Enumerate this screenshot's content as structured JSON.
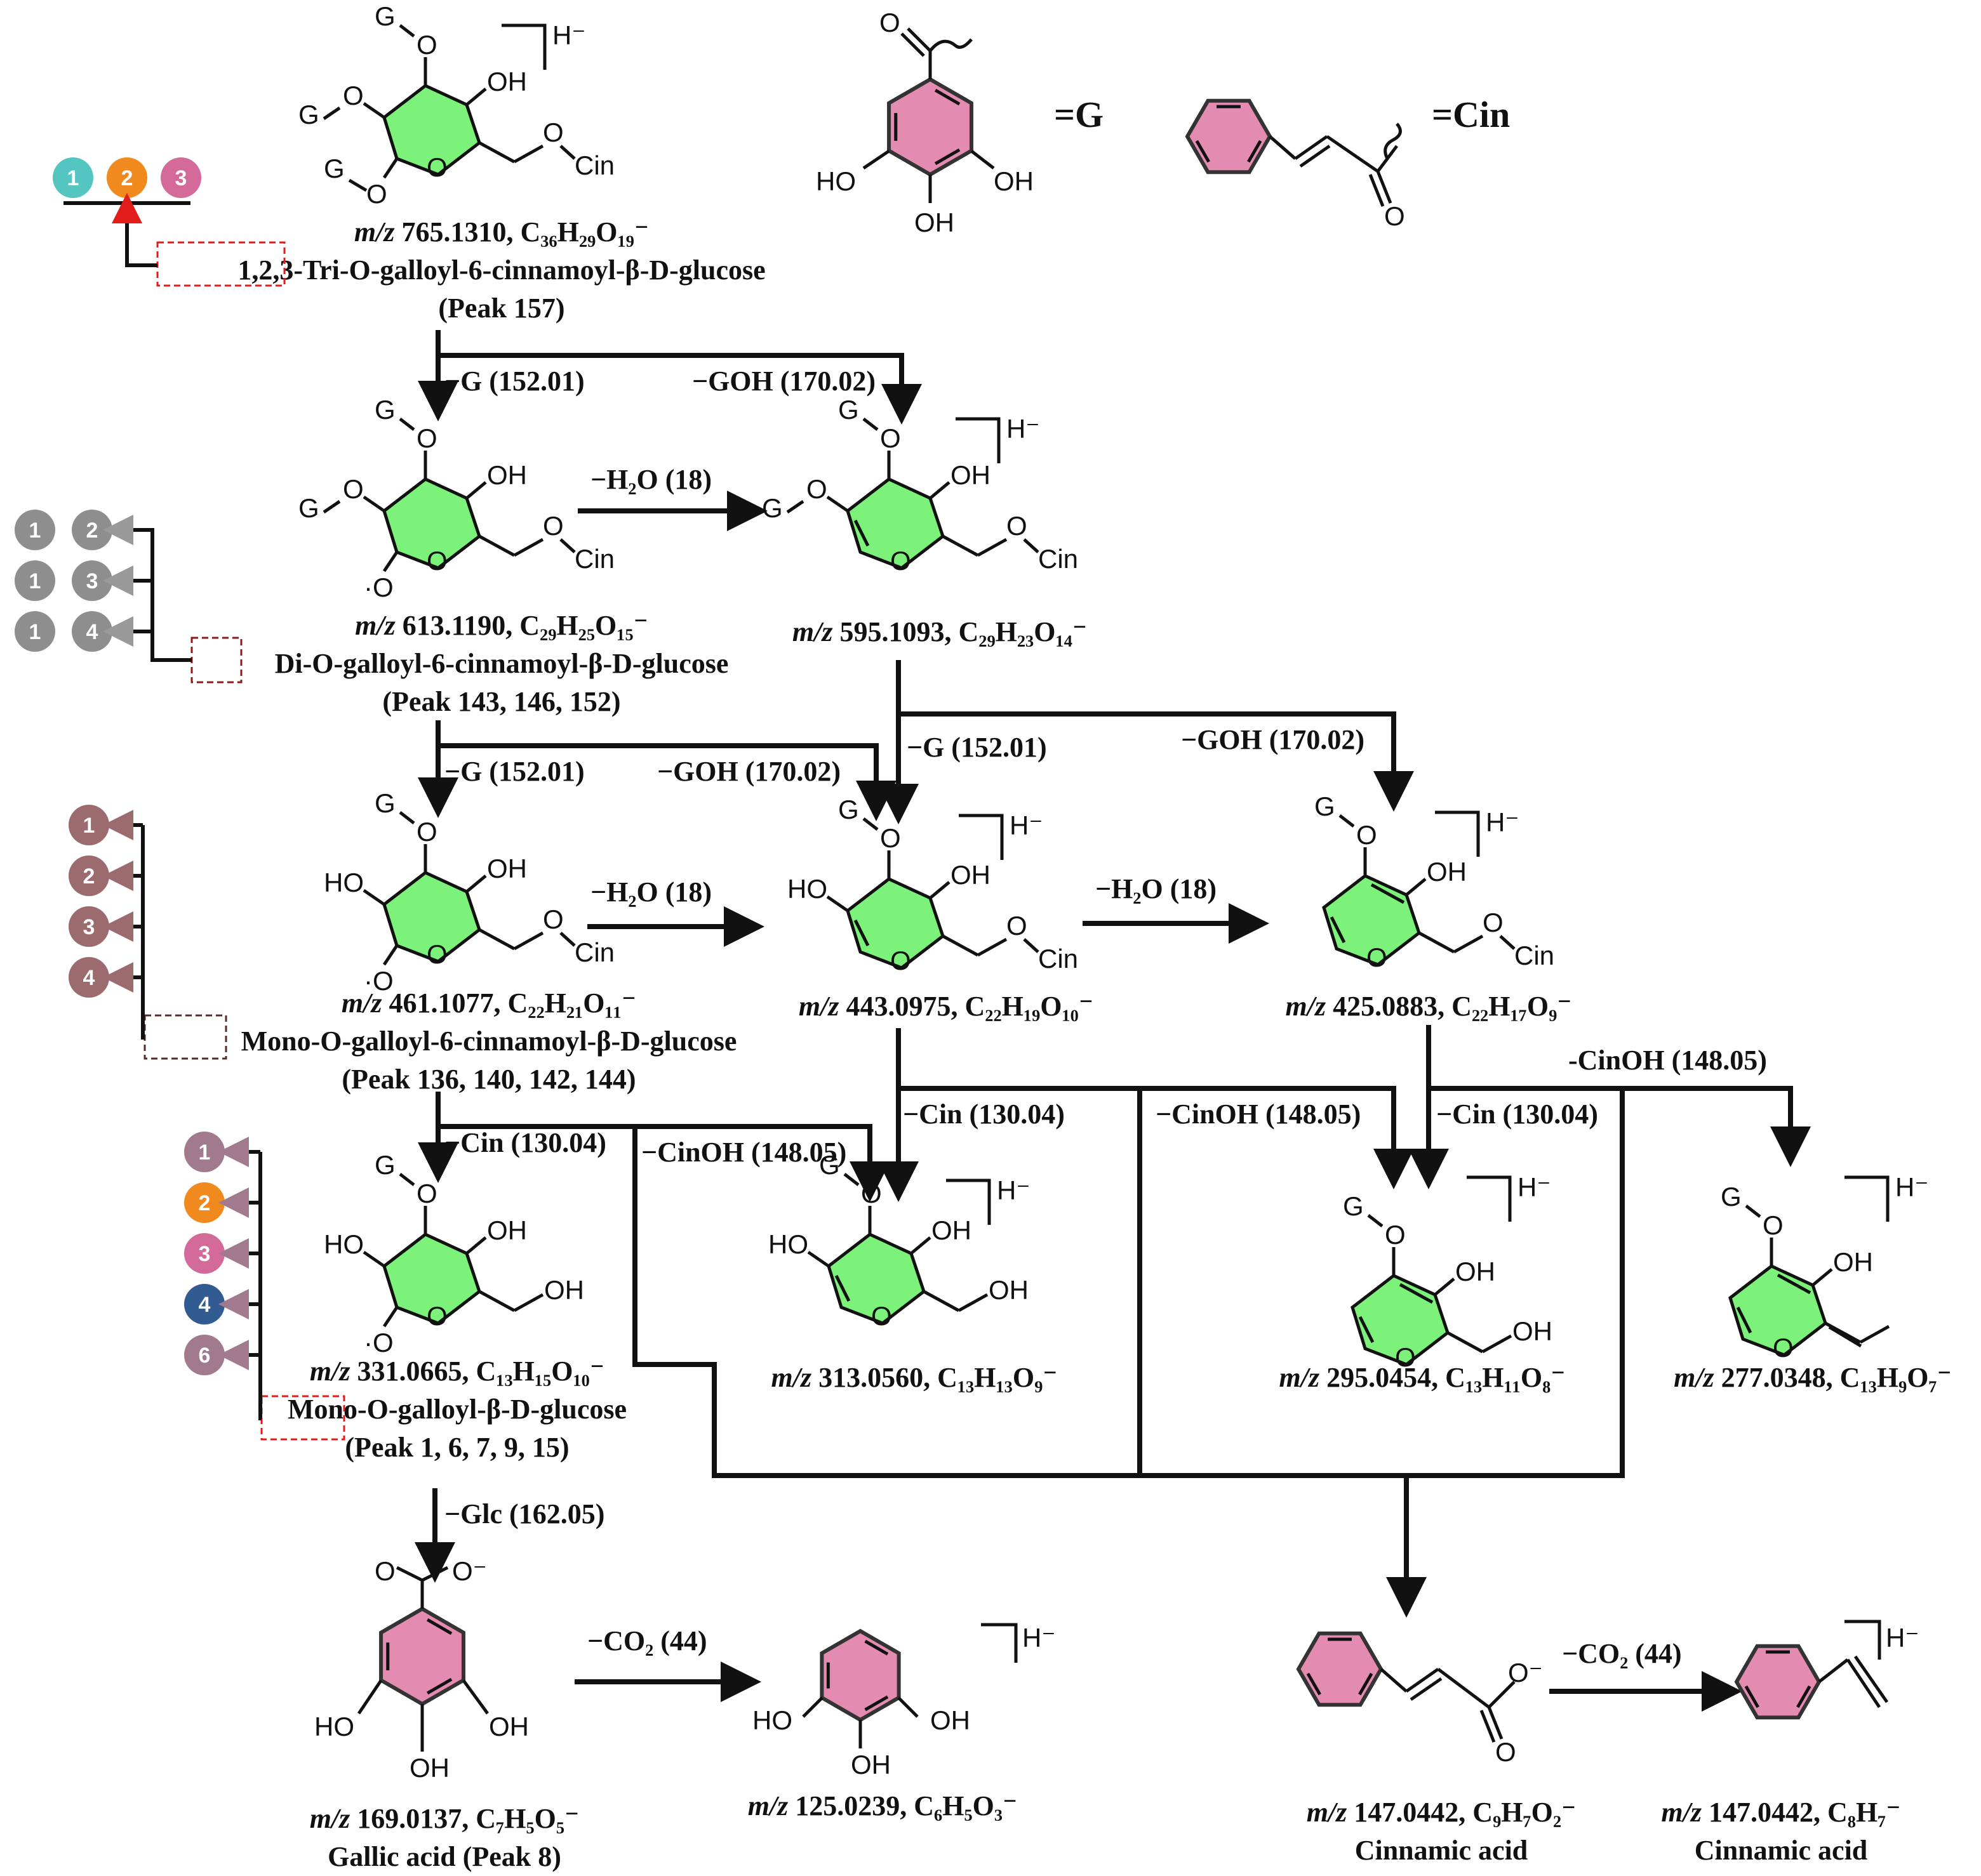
{
  "colors": {
    "ring_fill": "#7CF27A",
    "benzene_fill": "#E48BB1",
    "o_pink": "#D9528C",
    "o_orange": "#F0861C",
    "o_teal": "#3FB9B3",
    "o_olive": "#B8A56A",
    "o_lavender": "#9C8ED8",
    "oh_blue": "#2E5FA8",
    "ho_orange": "#F0861C",
    "red_box": "#E21B1B",
    "circle_teal": "#55C5C1",
    "circle_orange": "#F08A1E",
    "circle_pink": "#D46A9A",
    "circle_grey": "#8E8E8E",
    "circle_brown": "#9C6B6E",
    "circle_mauve": "#A27A8E",
    "circle_navy": "#325B92"
  },
  "legend": {
    "g_eq": "=G",
    "cin_eq": "=Cin",
    "g_struct": {
      "ho1": "HO",
      "oh1": "OH",
      "oh2": "OH",
      "o": "O"
    },
    "cin_struct": {
      "o": "O"
    }
  },
  "atoms": {
    "G": "G",
    "O": "O",
    "OH": "OH",
    "HO": "HO",
    "Cin": "Cin",
    "H_minus": "H⁻",
    "O_minus": "O⁻",
    "O_dot": "·O"
  },
  "compounds": {
    "c765": {
      "mz": "m/z",
      "value": "765.1310, C₃₆H₂₉O₁₉⁻",
      "name_pre": "1,2,3-Tri",
      "name_post": "-O-galloyl-6-cinnamoyl-β-D-glucose",
      "peaks": "(Peak 157)"
    },
    "c613": {
      "mz": "m/z",
      "value": "613.1190, C₂₉H₂₅O₁₅⁻",
      "name_pre": "Di",
      "name_post": "-O-galloyl-6-cinnamoyl-β-D-glucose",
      "peaks": "(Peak 143, 146, 152)"
    },
    "c595": {
      "mz": "m/z",
      "value": "595.1093, C₂₉H₂₃O₁₄⁻"
    },
    "c461": {
      "mz": "m/z",
      "value": "461.1077, C₂₂H₂₁O₁₁⁻",
      "name_pre": "Mono",
      "name_post": "-O-galloyl-6-cinnamoyl-β-D-glucose",
      "peaks": "(Peak 136, 140, 142, 144)"
    },
    "c443": {
      "mz": "m/z",
      "value": "443.0975, C₂₂H₁₉O₁₀⁻"
    },
    "c425": {
      "mz": "m/z",
      "value": "425.0883, C₂₂H₁₇O₉⁻"
    },
    "c331": {
      "mz": "m/z",
      "value": "331.0665, C₁₃H₁₅O₁₀⁻",
      "name_pre": "Mono",
      "name_post": "-O-galloyl-β-D-glucose",
      "peaks": "(Peak 1, 6, 7, 9, 15)"
    },
    "c313": {
      "mz": "m/z",
      "value": "313.0560, C₁₃H₁₃O₉⁻"
    },
    "c295": {
      "mz": "m/z",
      "value": "295.0454, C₁₃H₁₁O₈⁻"
    },
    "c277": {
      "mz": "m/z",
      "value": "277.0348, C₁₃H₉O₇⁻"
    },
    "c169": {
      "mz": "m/z",
      "value": "169.0137, C₇H₅O₅⁻",
      "name": "Gallic acid (Peak 8)"
    },
    "c125": {
      "mz": "m/z",
      "value": "125.0239, C₆H₅O₃⁻"
    },
    "c147a": {
      "mz": "m/z",
      "value": "147.0442, C₉H₇O₂⁻",
      "name": "Cinnamic acid"
    },
    "c147b": {
      "mz": "m/z",
      "value": "147.0442, C₈H₇⁻",
      "name": "Cinnamic acid"
    }
  },
  "losses": {
    "g": "−G (152.01)",
    "goh": "−GOH (170.02)",
    "h2o": "−H₂O (18)",
    "cin": "−Cin (130.04)",
    "cinoh": "−CinOH (148.05)",
    "cinoh_plain": "-CinOH (148.05)",
    "glc": "−Glc (162.05)",
    "co2": "−CO₂ (44)"
  },
  "position_circles": {
    "tri": [
      "1",
      "2",
      "3"
    ],
    "di": [
      [
        "1",
        "2"
      ],
      [
        "1",
        "3"
      ],
      [
        "1",
        "4"
      ]
    ],
    "mono_cin": [
      "1",
      "2",
      "3",
      "4"
    ],
    "mono": [
      "1",
      "2",
      "3",
      "4",
      "6"
    ]
  }
}
